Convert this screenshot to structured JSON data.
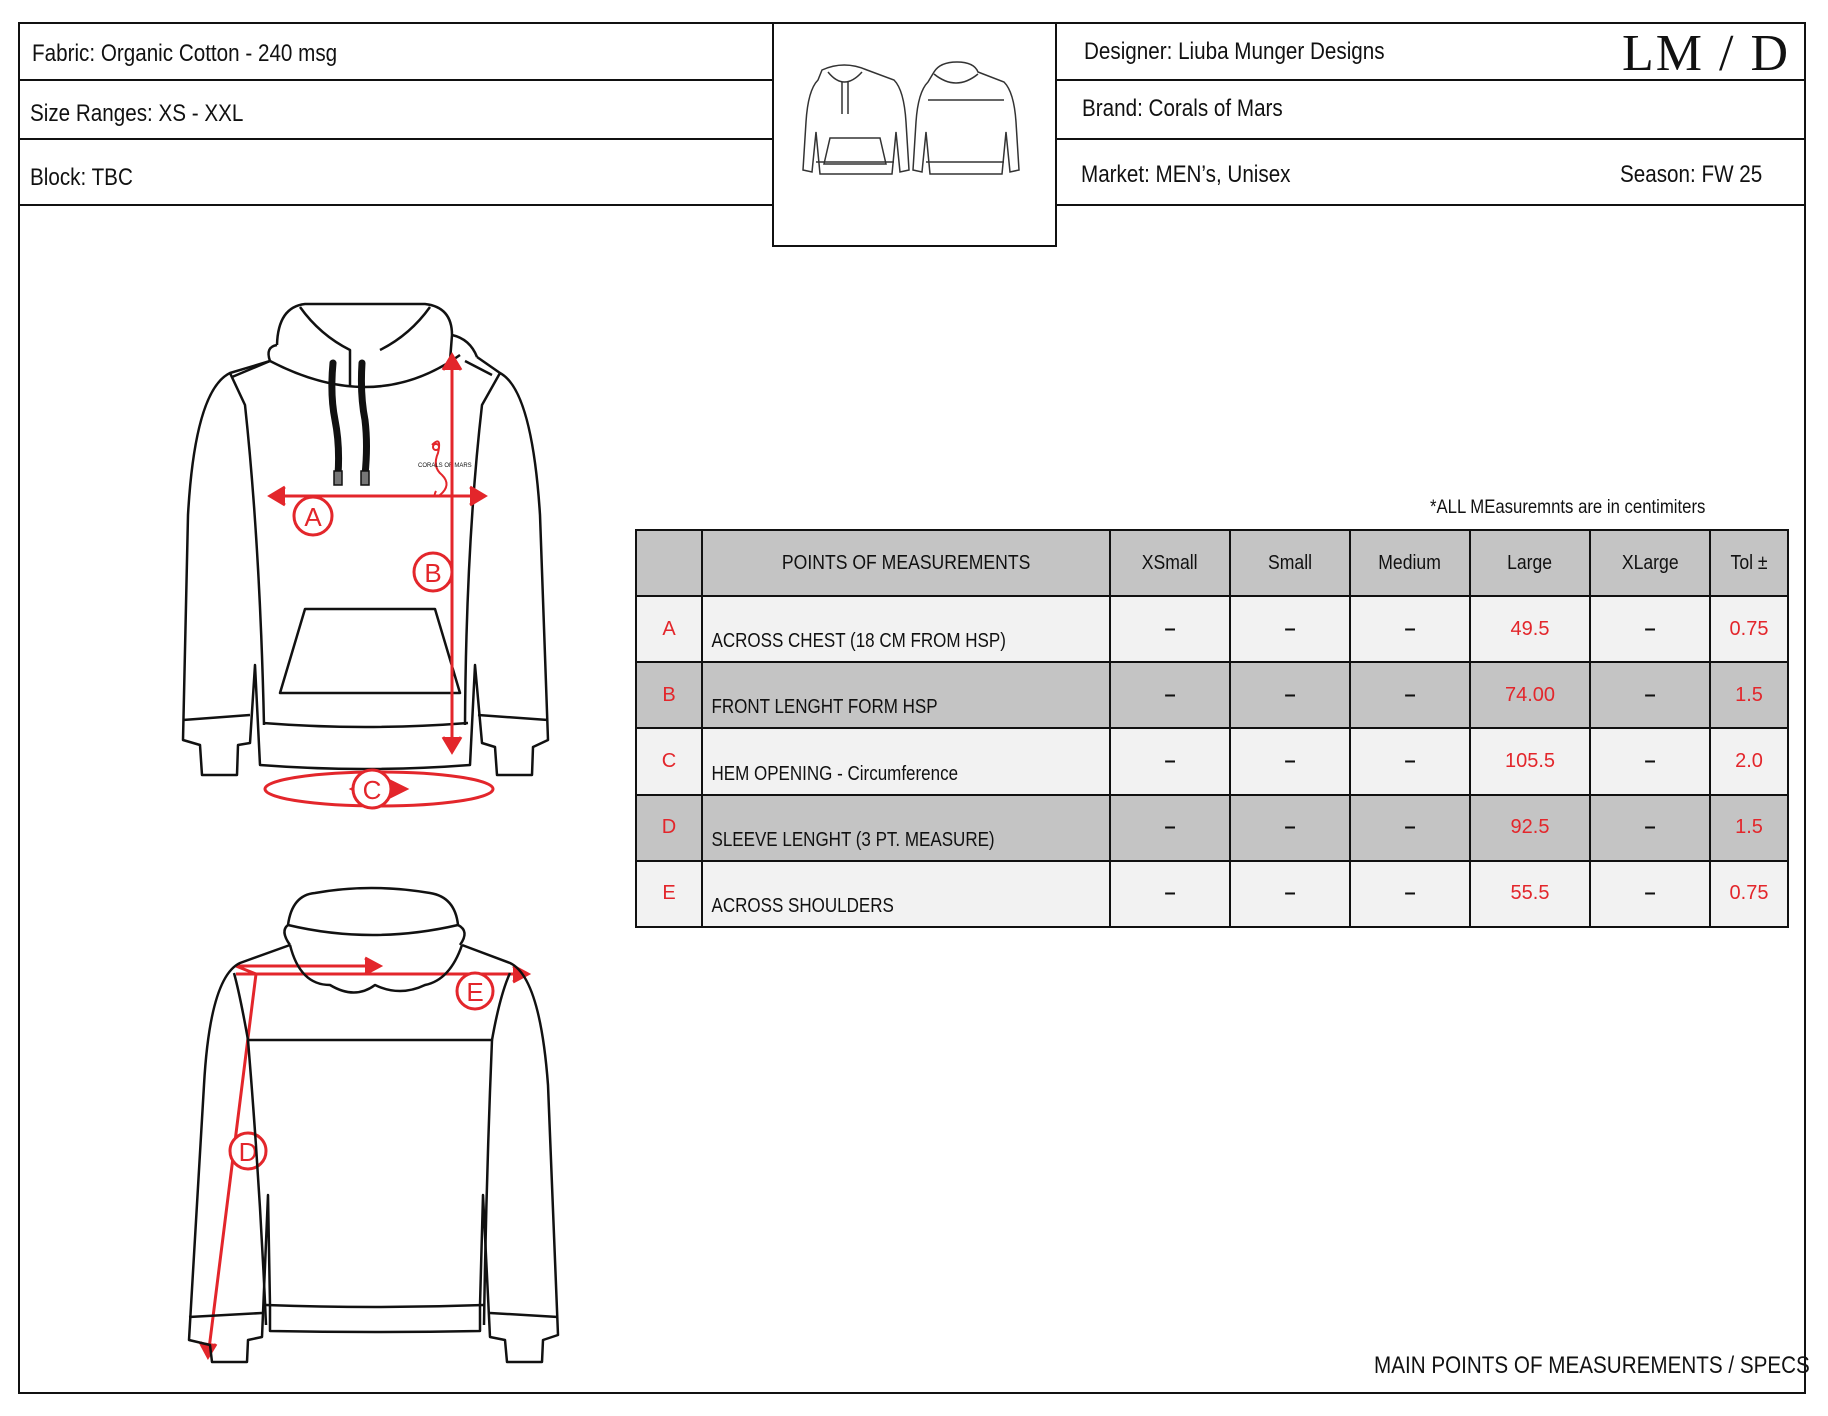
{
  "header": {
    "fabric": "Fabric: Organic Cotton - 240 msg",
    "size_ranges": "Size Ranges: XS - XXL",
    "block": "Block: TBC",
    "designer": "Designer: Liuba Munger Designs",
    "brand": "Brand: Corals of Mars",
    "market": "Market: MEN’s, Unisex",
    "season": "Season: FW 25",
    "logo": "LM / D"
  },
  "sketch": {
    "chest_logo_text": "CORALS OF MARS",
    "labels": {
      "a": "A",
      "b": "B",
      "c": "C",
      "d": "D",
      "e": "E"
    }
  },
  "colors": {
    "accent": "#e3262b",
    "line": "#111111",
    "row_dark": "#c4c4c4",
    "row_light": "#f2f2f2"
  },
  "table": {
    "note": "*ALL MEasuremnts are in centimiters",
    "headers": [
      "",
      "POINTS OF MEASUREMENTS",
      "XSmall",
      "Small",
      "Medium",
      "Large",
      "XLarge",
      "Tol ±"
    ],
    "rows": [
      {
        "letter": "A",
        "point": "ACROSS CHEST (18 CM FROM HSP)",
        "xsmall": "–",
        "small": "–",
        "medium": "–",
        "large": "49.5",
        "xlarge": "–",
        "tol": "0.75"
      },
      {
        "letter": "B",
        "point": "FRONT LENGHT FORM HSP",
        "xsmall": "–",
        "small": "–",
        "medium": "–",
        "large": "74.00",
        "xlarge": "–",
        "tol": "1.5"
      },
      {
        "letter": "C",
        "point": "HEM OPENING -  Circumference",
        "xsmall": "–",
        "small": "–",
        "medium": "–",
        "large": "105.5",
        "xlarge": "–",
        "tol": "2.0"
      },
      {
        "letter": "D",
        "point": "SLEEVE LENGHT (3 PT. MEASURE)",
        "xsmall": "–",
        "small": "–",
        "medium": "–",
        "large": "92.5",
        "xlarge": "–",
        "tol": "1.5"
      },
      {
        "letter": "E",
        "point": "ACROSS SHOULDERS",
        "xsmall": "–",
        "small": "–",
        "medium": "–",
        "large": "55.5",
        "xlarge": "–",
        "tol": "0.75"
      }
    ]
  },
  "footer": "MAIN POINTS OF MEASUREMENTS / SPECS"
}
